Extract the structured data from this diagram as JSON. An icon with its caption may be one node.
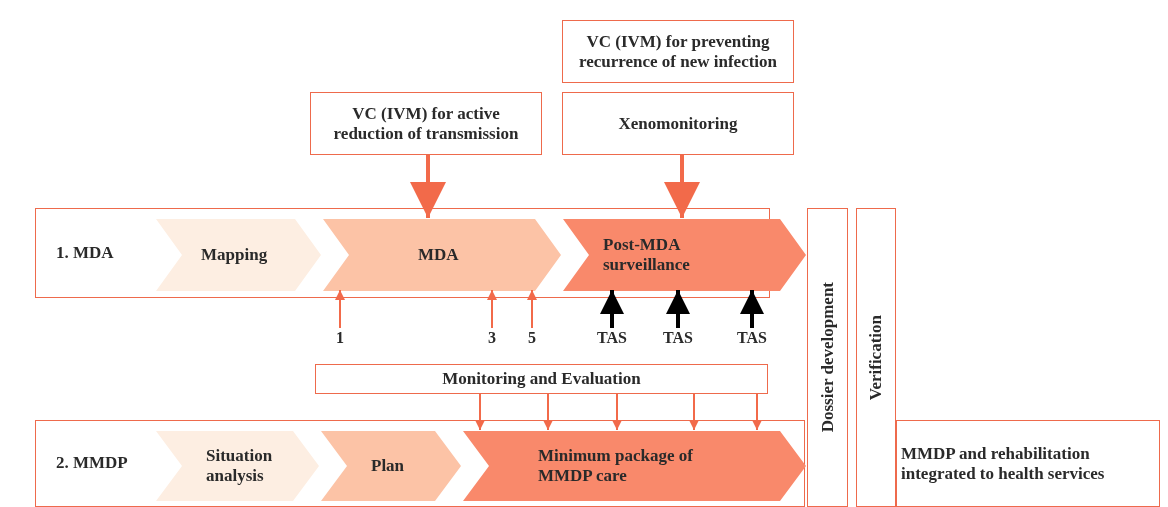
{
  "diagram": {
    "nodes": [
      {
        "text": [
          "1. MDA"
        ]
      },
      {
        "text": [
          "Mapping"
        ],
        "in": 0
      },
      {
        "text": [
          "MDA"
        ],
        "in": 0
      },
      {
        "text": [
          "Post-MDA surveillance"
        ],
        "in": 0
      },
      {
        "text": [
          "VC (IVM) for active reduction of transmission"
        ]
      },
      {
        "text": [
          "VC (IVM) for preventing recurrence of new infection"
        ]
      },
      {
        "text": [
          "Xenomonitoring"
        ]
      },
      {
        "text": [
          "Monitoring and Evaluation"
        ]
      },
      {
        "text": [
          "Dossier development"
        ]
      },
      {
        "text": [
          "Verification"
        ]
      },
      {
        "text": [
          "2. MMDP"
        ]
      },
      {
        "text": [
          "Situation analysis"
        ],
        "in": 10
      },
      {
        "text": [
          "Plan"
        ],
        "in": 10
      },
      {
        "text": [
          "Minimum package of MMDP care"
        ],
        "in": 10
      },
      {
        "text": [
          "MMDP and rehabilitation integrated to health services"
        ]
      },
      {
        "text": [
          "1"
        ]
      },
      {
        "text": [
          "3"
        ]
      },
      {
        "text": [
          "5"
        ]
      },
      {
        "text": [
          "TAS"
        ]
      },
      {
        "text": [
          "TAS"
        ]
      },
      {
        "text": [
          "TAS"
        ]
      }
    ],
    "edges": [
      {
        "from": 4,
        "to": 2,
        "arrow": "to",
        "style": "thick"
      },
      {
        "from": 6,
        "to": 3,
        "arrow": "to",
        "style": "thick"
      },
      {
        "from": 15,
        "to": 2,
        "arrow": "to"
      },
      {
        "from": 16,
        "to": 2,
        "arrow": "to"
      },
      {
        "from": 17,
        "to": 2,
        "arrow": "to"
      },
      {
        "from": 18,
        "to": 3,
        "arrow": "to",
        "style": "thick",
        "color": "#000000"
      },
      {
        "from": 19,
        "to": 3,
        "arrow": "to",
        "style": "thick",
        "color": "#000000"
      },
      {
        "from": 20,
        "to": 3,
        "arrow": "to",
        "style": "thick",
        "color": "#000000"
      },
      {
        "from": 7,
        "to": 13,
        "arrow": "to"
      },
      {
        "from": 7,
        "to": 13,
        "arrow": "to"
      },
      {
        "from": 7,
        "to": 13,
        "arrow": "to"
      },
      {
        "from": 7,
        "to": 13,
        "arrow": "to"
      },
      {
        "from": 7,
        "to": 13,
        "arrow": "to"
      }
    ]
  }
}
